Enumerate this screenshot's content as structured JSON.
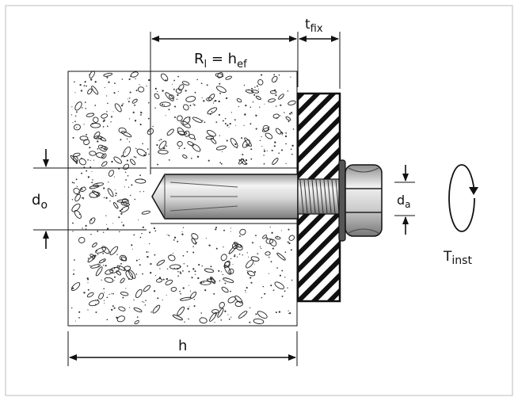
{
  "labels": {
    "embedment": "R",
    "embedment_sub": "l",
    "embedment_eq": " = h",
    "embedment_eq_sub": "ef",
    "fixture_thickness": "t",
    "fixture_thickness_sub": "fix",
    "drill_diameter": "d",
    "drill_diameter_sub": "o",
    "anchor_diameter": "d",
    "anchor_diameter_sub": "a",
    "member_thickness": "h",
    "torque": "T",
    "torque_sub": "inst"
  },
  "colors": {
    "line": "#111111",
    "concrete": "#ffffff",
    "bolt_light": "#f2f2f2",
    "bolt_dark": "#8a8a8a",
    "fixture_hatch": "#111111"
  }
}
